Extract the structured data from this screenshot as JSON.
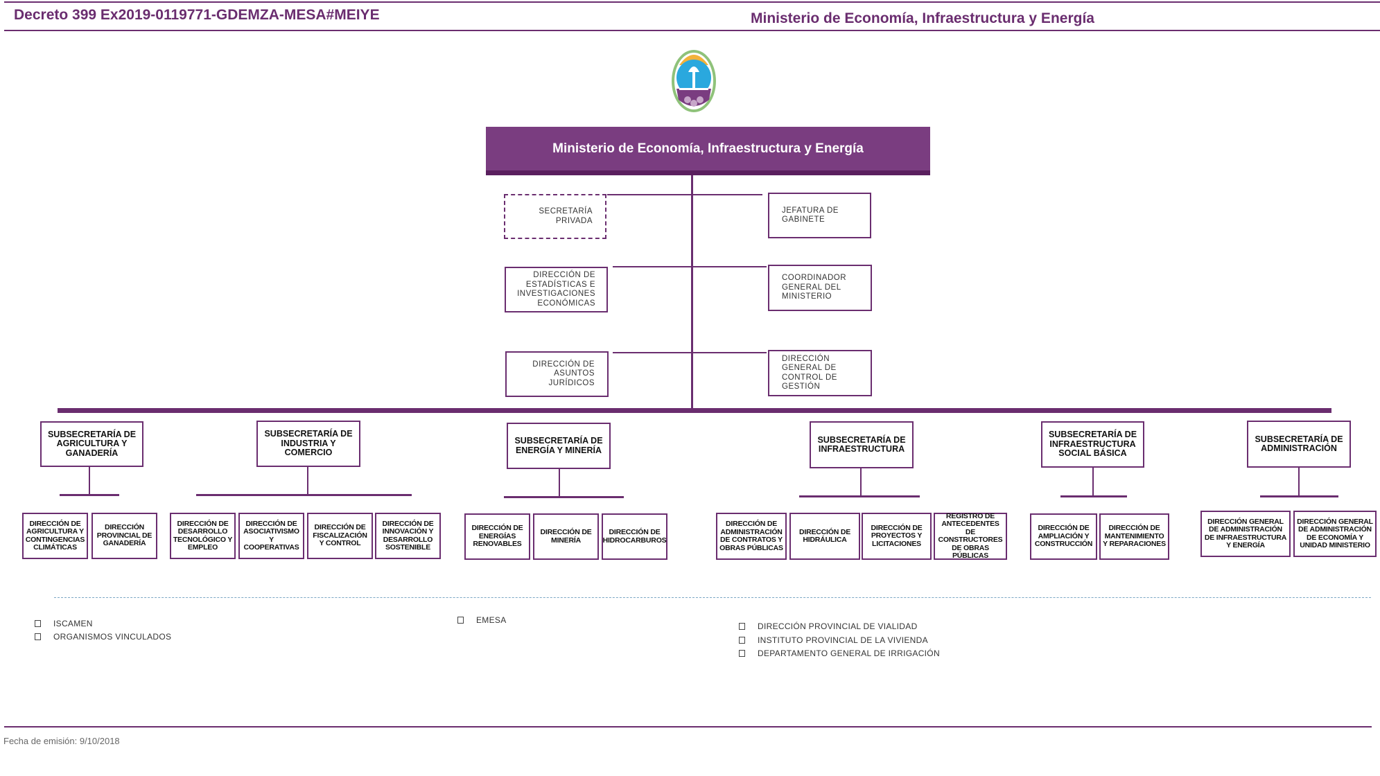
{
  "header": {
    "left_title": "Decreto 399  Ex2019-0119771-GDEMZA-MESA#MEIYE",
    "right_title": "Ministerio de Economía, Infraestructura y Energía"
  },
  "ministry": {
    "label": "Ministerio de Economía, Infraestructura y Energía"
  },
  "staff_left": [
    "SECRETARÍA PRIVADA",
    "DIRECCIÓN DE ESTADÍSTICAS E INVESTIGACIONES ECONÓMICAS",
    "DIRECCIÓN DE ASUNTOS JURÍDICOS"
  ],
  "staff_right": [
    "JEFATURA DE GABINETE",
    "COORDINADOR GENERAL DEL MINISTERIO",
    "DIRECCIÓN GENERAL DE CONTROL DE GESTIÓN"
  ],
  "subsecretarias": [
    {
      "label": "SUBSECRETARÍA DE AGRICULTURA Y GANADERÍA",
      "direcciones": [
        "DIRECCIÓN DE AGRICULTURA Y CONTINGENCIAS CLIMÁTICAS",
        "DIRECCIÓN PROVINCIAL DE GANADERÍA"
      ]
    },
    {
      "label": "SUBSECRETARÍA DE INDUSTRIA Y COMERCIO",
      "direcciones": [
        "DIRECCIÓN DE DESARROLLO TECNOLÓGICO Y EMPLEO",
        "DIRECCIÓN DE ASOCIATIVISMO Y COOPERATIVAS",
        "DIRECCIÓN DE FISCALIZACIÓN Y CONTROL",
        "DIRECCIÓN DE INNOVACIÓN Y DESARROLLO SOSTENIBLE"
      ]
    },
    {
      "label": "SUBSECRETARÍA DE ENERGÍA Y MINERÍA",
      "direcciones": [
        "DIRECCIÓN DE ENERGÍAS RENOVABLES",
        "DIRECCIÓN DE MINERÍA",
        "DIRECCIÓN DE HIDROCARBUROS"
      ]
    },
    {
      "label": "SUBSECRETARÍA DE INFRAESTRUCTURA",
      "direcciones": [
        "DIRECCIÓN DE ADMINISTRACIÓN DE CONTRATOS Y OBRAS PÚBLICAS",
        "DIRECCIÓN DE HIDRÁULICA",
        "DIRECCIÓN DE PROYECTOS Y LICITACIONES",
        "REGISTRO DE ANTECEDENTES DE CONSTRUCTORES DE OBRAS PÚBLICAS"
      ]
    },
    {
      "label": "SUBSECRETARÍA DE INFRAESTRUCTURA SOCIAL BÁSICA",
      "direcciones": [
        "DIRECCIÓN DE AMPLIACIÓN Y CONSTRUCCIÓN",
        "DIRECCIÓN DE MANTENIMIENTO Y REPARACIONES"
      ]
    },
    {
      "label": "SUBSECRETARÍA DE ADMINISTRACIÓN",
      "direcciones": [
        "DIRECCIÓN GENERAL DE ADMINISTRACIÓN DE INFRAESTRUCTURA Y ENERGÍA",
        "DIRECCIÓN GENERAL DE ADMINISTRACIÓN DE ECONOMÍA Y UNIDAD MINISTERIO"
      ]
    }
  ],
  "organismos": [
    [
      "ISCAMEN",
      "ORGANISMOS VINCULADOS"
    ],
    [
      "EMESA"
    ],
    [
      "DIRECCIÓN PROVINCIAL DE VIALIDAD",
      "INSTITUTO PROVINCIAL DE LA VIVIENDA",
      "DEPARTAMENTO GENERAL DE IRRIGACIÓN"
    ]
  ],
  "footer": {
    "text": "Fecha de emisión: 9/10/2018"
  },
  "colors": {
    "primary": "#6a2d6f",
    "ministry_fill": "#7a3d80",
    "dotted_rule": "#7aa7c4"
  },
  "logo": {
    "icon": "province-coat-of-arms-icon"
  }
}
